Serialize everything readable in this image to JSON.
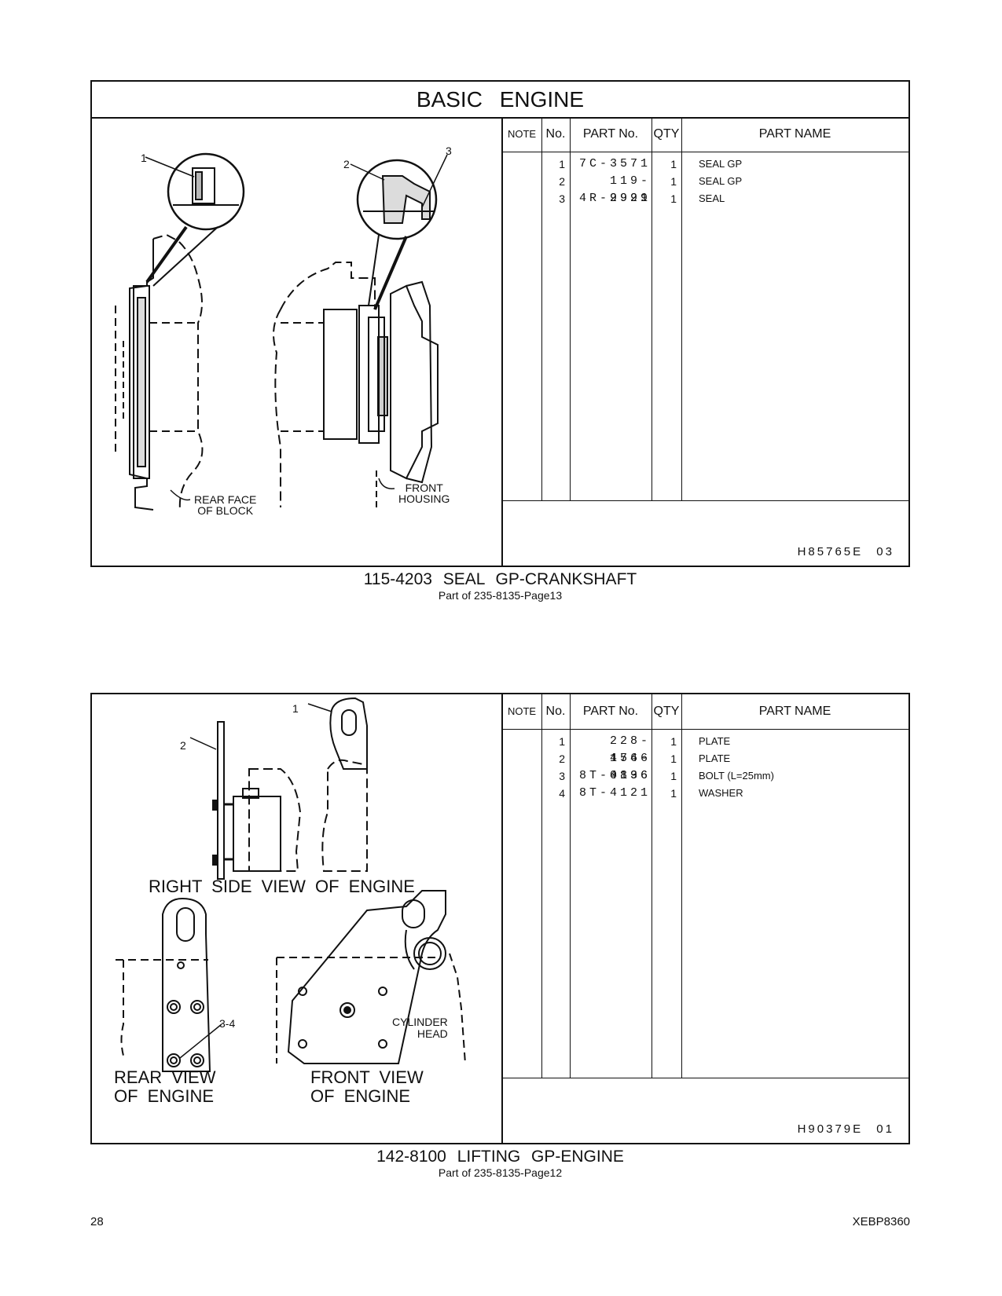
{
  "section_title": "BASIC ENGINE",
  "columns": {
    "note": "NOTE",
    "no": "No.",
    "part_no": "PART No.",
    "qty": "QTY",
    "part_name": "PART NAME"
  },
  "group1": {
    "rows": [
      {
        "no": "1",
        "part_no": "7C-3571",
        "qty": "1",
        "name": "SEAL GP"
      },
      {
        "no": "2",
        "part_no": "119-2921",
        "qty": "1",
        "name": "SEAL GP"
      },
      {
        "no": "3",
        "part_no": "4R-9999",
        "qty": "1",
        "name": "SEAL"
      }
    ],
    "illustration_code": "H85765E 03",
    "callouts": {
      "c1": "1",
      "c2": "2",
      "c3": "3"
    },
    "labels": {
      "rear_face_1": "REAR FACE",
      "rear_face_2": "OF BLOCK",
      "front_housing_1": "FRONT",
      "front_housing_2": "HOUSING"
    },
    "title": "115-4203 SEAL GP-CRANKSHAFT",
    "subtitle": "Part of 235-8135-Page13"
  },
  "group2": {
    "rows": [
      {
        "no": "1",
        "part_no": "228-4766",
        "qty": "1",
        "name": "PLATE"
      },
      {
        "no": "2",
        "part_no": "154-0896",
        "qty": "1",
        "name": "PLATE"
      },
      {
        "no": "3",
        "part_no": "8T-4136",
        "qty": "1",
        "name": "BOLT (L=25mm)"
      },
      {
        "no": "4",
        "part_no": "8T-4121",
        "qty": "1",
        "name": "WASHER"
      }
    ],
    "illustration_code": "H90379E 01",
    "callouts": {
      "c1": "1",
      "c2": "2",
      "c34": "3-4"
    },
    "labels": {
      "right_side": "RIGHT SIDE VIEW OF ENGINE",
      "rear_1": "REAR VIEW",
      "rear_2": "OF ENGINE",
      "front_1": "FRONT VIEW",
      "front_2": "OF ENGINE",
      "cyl_1": "CYLINDER",
      "cyl_2": "HEAD"
    },
    "title": "142-8100 LIFTING GP-ENGINE",
    "subtitle": "Part of 235-8135-Page12"
  },
  "footer": {
    "page_number": "28",
    "doc_id": "XEBP8360"
  }
}
